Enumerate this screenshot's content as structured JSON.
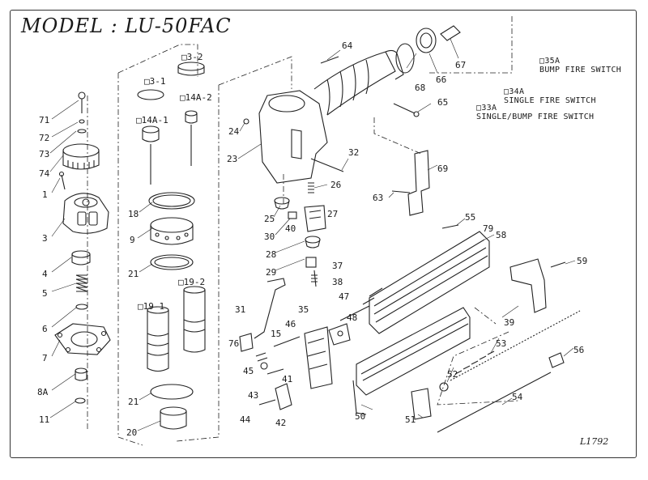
{
  "title": "MODEL : LU-50FAC",
  "drawing_number": "L1792",
  "notes": {
    "bump_code": "35A",
    "bump_label": "BUMP FIRE SWITCH",
    "single_code": "34A",
    "single_label": "SINGLE FIRE SWITCH",
    "combo_code": "33A",
    "combo_label": "SINGLE/BUMP FIRE SWITCH"
  },
  "callouts": {
    "sub_3_1": "3-1",
    "sub_3_2": "3-2",
    "sub_14a_1": "14A-1",
    "sub_14a_2": "14A-2",
    "sub_19_1": "19-1",
    "sub_19_2": "19-2",
    "c71": "71",
    "c72": "72",
    "c73": "73",
    "c74": "74",
    "c1": "1",
    "c3": "3",
    "c4": "4",
    "c5": "5",
    "c6": "6",
    "c7": "7",
    "c8a": "8A",
    "c11": "11",
    "c18": "18",
    "c9": "9",
    "c21a": "21",
    "c21b": "21",
    "c20": "20",
    "c64": "64",
    "c24": "24",
    "c23": "23",
    "c32": "32",
    "c26": "26",
    "c25": "25",
    "c30": "30",
    "c40": "40",
    "c27": "27",
    "c28": "28",
    "c29": "29",
    "c37": "37",
    "c31": "31",
    "c38": "38",
    "c35": "35",
    "c47": "47",
    "c48": "48",
    "c76": "76",
    "c15": "15",
    "c46": "46",
    "c45": "45",
    "c43": "43",
    "c41": "41",
    "c42": "42",
    "c44": "44",
    "c68": "68",
    "c66": "66",
    "c67": "67",
    "c65": "65",
    "c69": "69",
    "c63": "63",
    "c55": "55",
    "c79": "79",
    "c58": "58",
    "c59": "59",
    "c39": "39",
    "c53": "53",
    "c56": "56",
    "c52": "52",
    "c54": "54",
    "c51": "51",
    "c50": "50"
  }
}
